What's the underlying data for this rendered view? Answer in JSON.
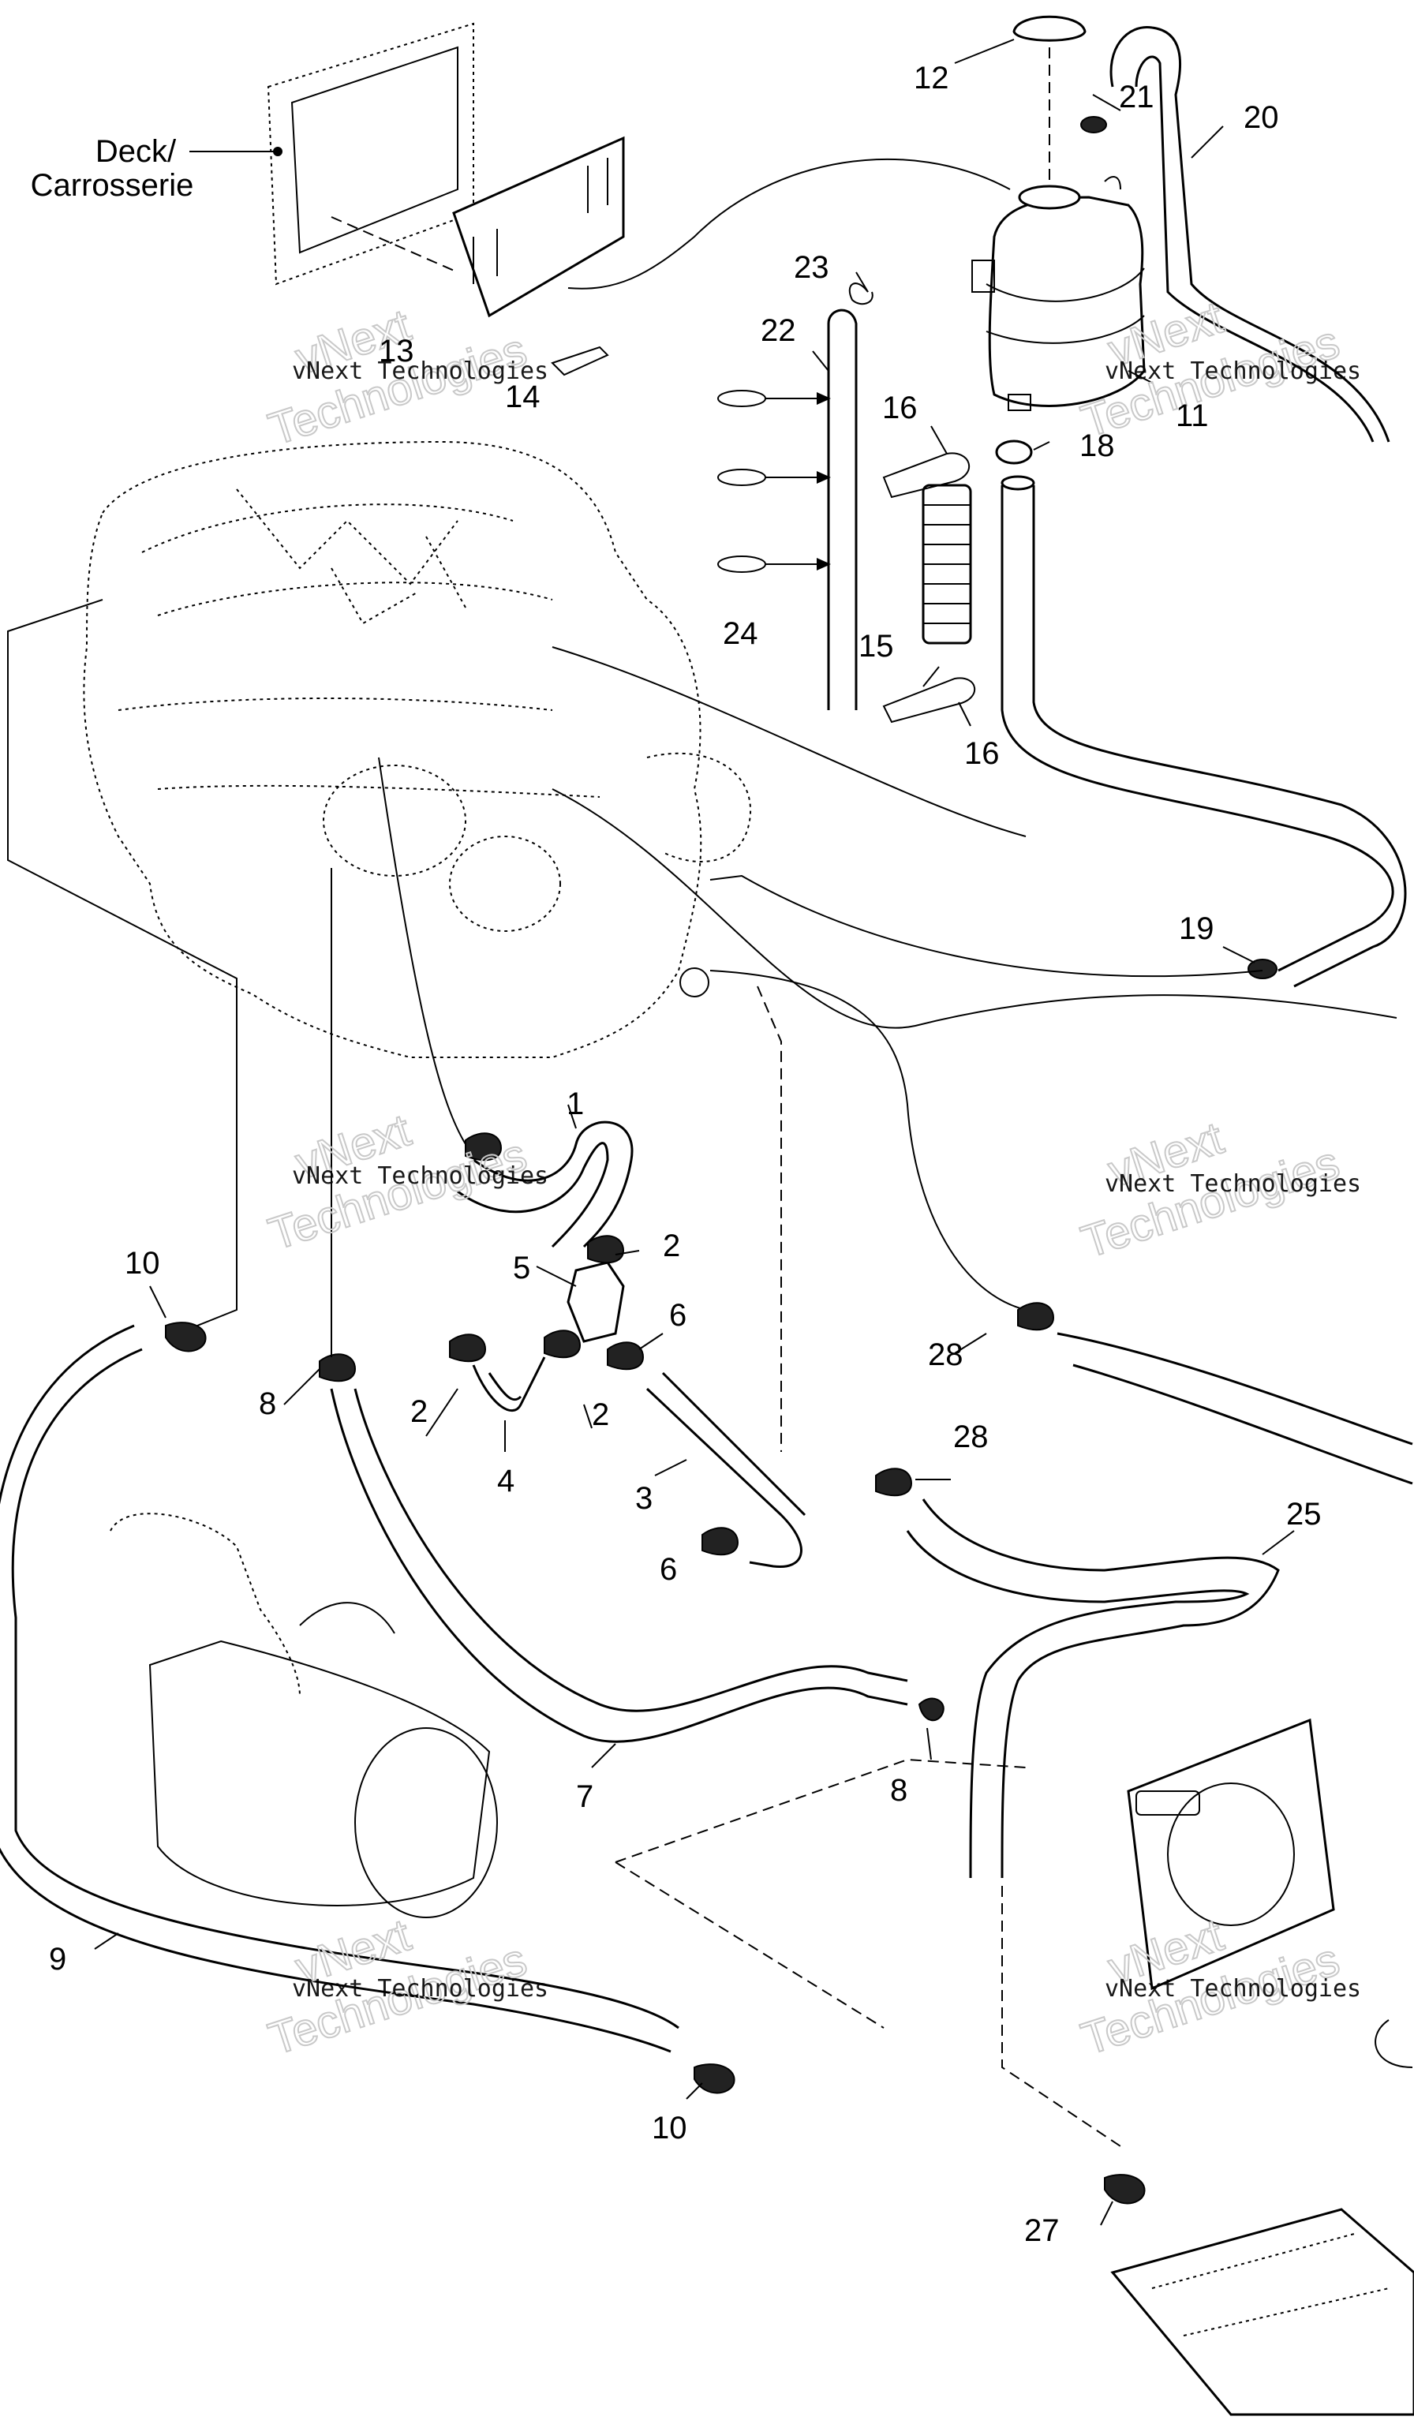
{
  "deck_label": [
    "Deck/",
    "Carrosserie"
  ],
  "part_labels": [
    {
      "id": "l1",
      "text": "1"
    },
    {
      "id": "l2a",
      "text": "2"
    },
    {
      "id": "l2b",
      "text": "2"
    },
    {
      "id": "l2c",
      "text": "2"
    },
    {
      "id": "l3",
      "text": "3"
    },
    {
      "id": "l4",
      "text": "4"
    },
    {
      "id": "l5",
      "text": "5"
    },
    {
      "id": "l6a",
      "text": "6"
    },
    {
      "id": "l6b",
      "text": "6"
    },
    {
      "id": "l7",
      "text": "7"
    },
    {
      "id": "l8a",
      "text": "8"
    },
    {
      "id": "l8b",
      "text": "8"
    },
    {
      "id": "l9",
      "text": "9"
    },
    {
      "id": "l10a",
      "text": "10"
    },
    {
      "id": "l10b",
      "text": "10"
    },
    {
      "id": "l11",
      "text": "11"
    },
    {
      "id": "l12",
      "text": "12"
    },
    {
      "id": "l13",
      "text": "13"
    },
    {
      "id": "l14",
      "text": "14"
    },
    {
      "id": "l15",
      "text": "15"
    },
    {
      "id": "l16a",
      "text": "16"
    },
    {
      "id": "l16b",
      "text": "16"
    },
    {
      "id": "l18",
      "text": "18"
    },
    {
      "id": "l19",
      "text": "19"
    },
    {
      "id": "l20",
      "text": "20"
    },
    {
      "id": "l21",
      "text": "21"
    },
    {
      "id": "l22",
      "text": "22"
    },
    {
      "id": "l23",
      "text": "23"
    },
    {
      "id": "l24",
      "text": "24"
    },
    {
      "id": "l25",
      "text": "25"
    },
    {
      "id": "l27",
      "text": "27"
    },
    {
      "id": "l28a",
      "text": "28"
    },
    {
      "id": "l28b",
      "text": "28"
    }
  ],
  "watermark": {
    "line1": "vNext",
    "line2": "Technologies",
    "line3": "vNext Technologies"
  }
}
